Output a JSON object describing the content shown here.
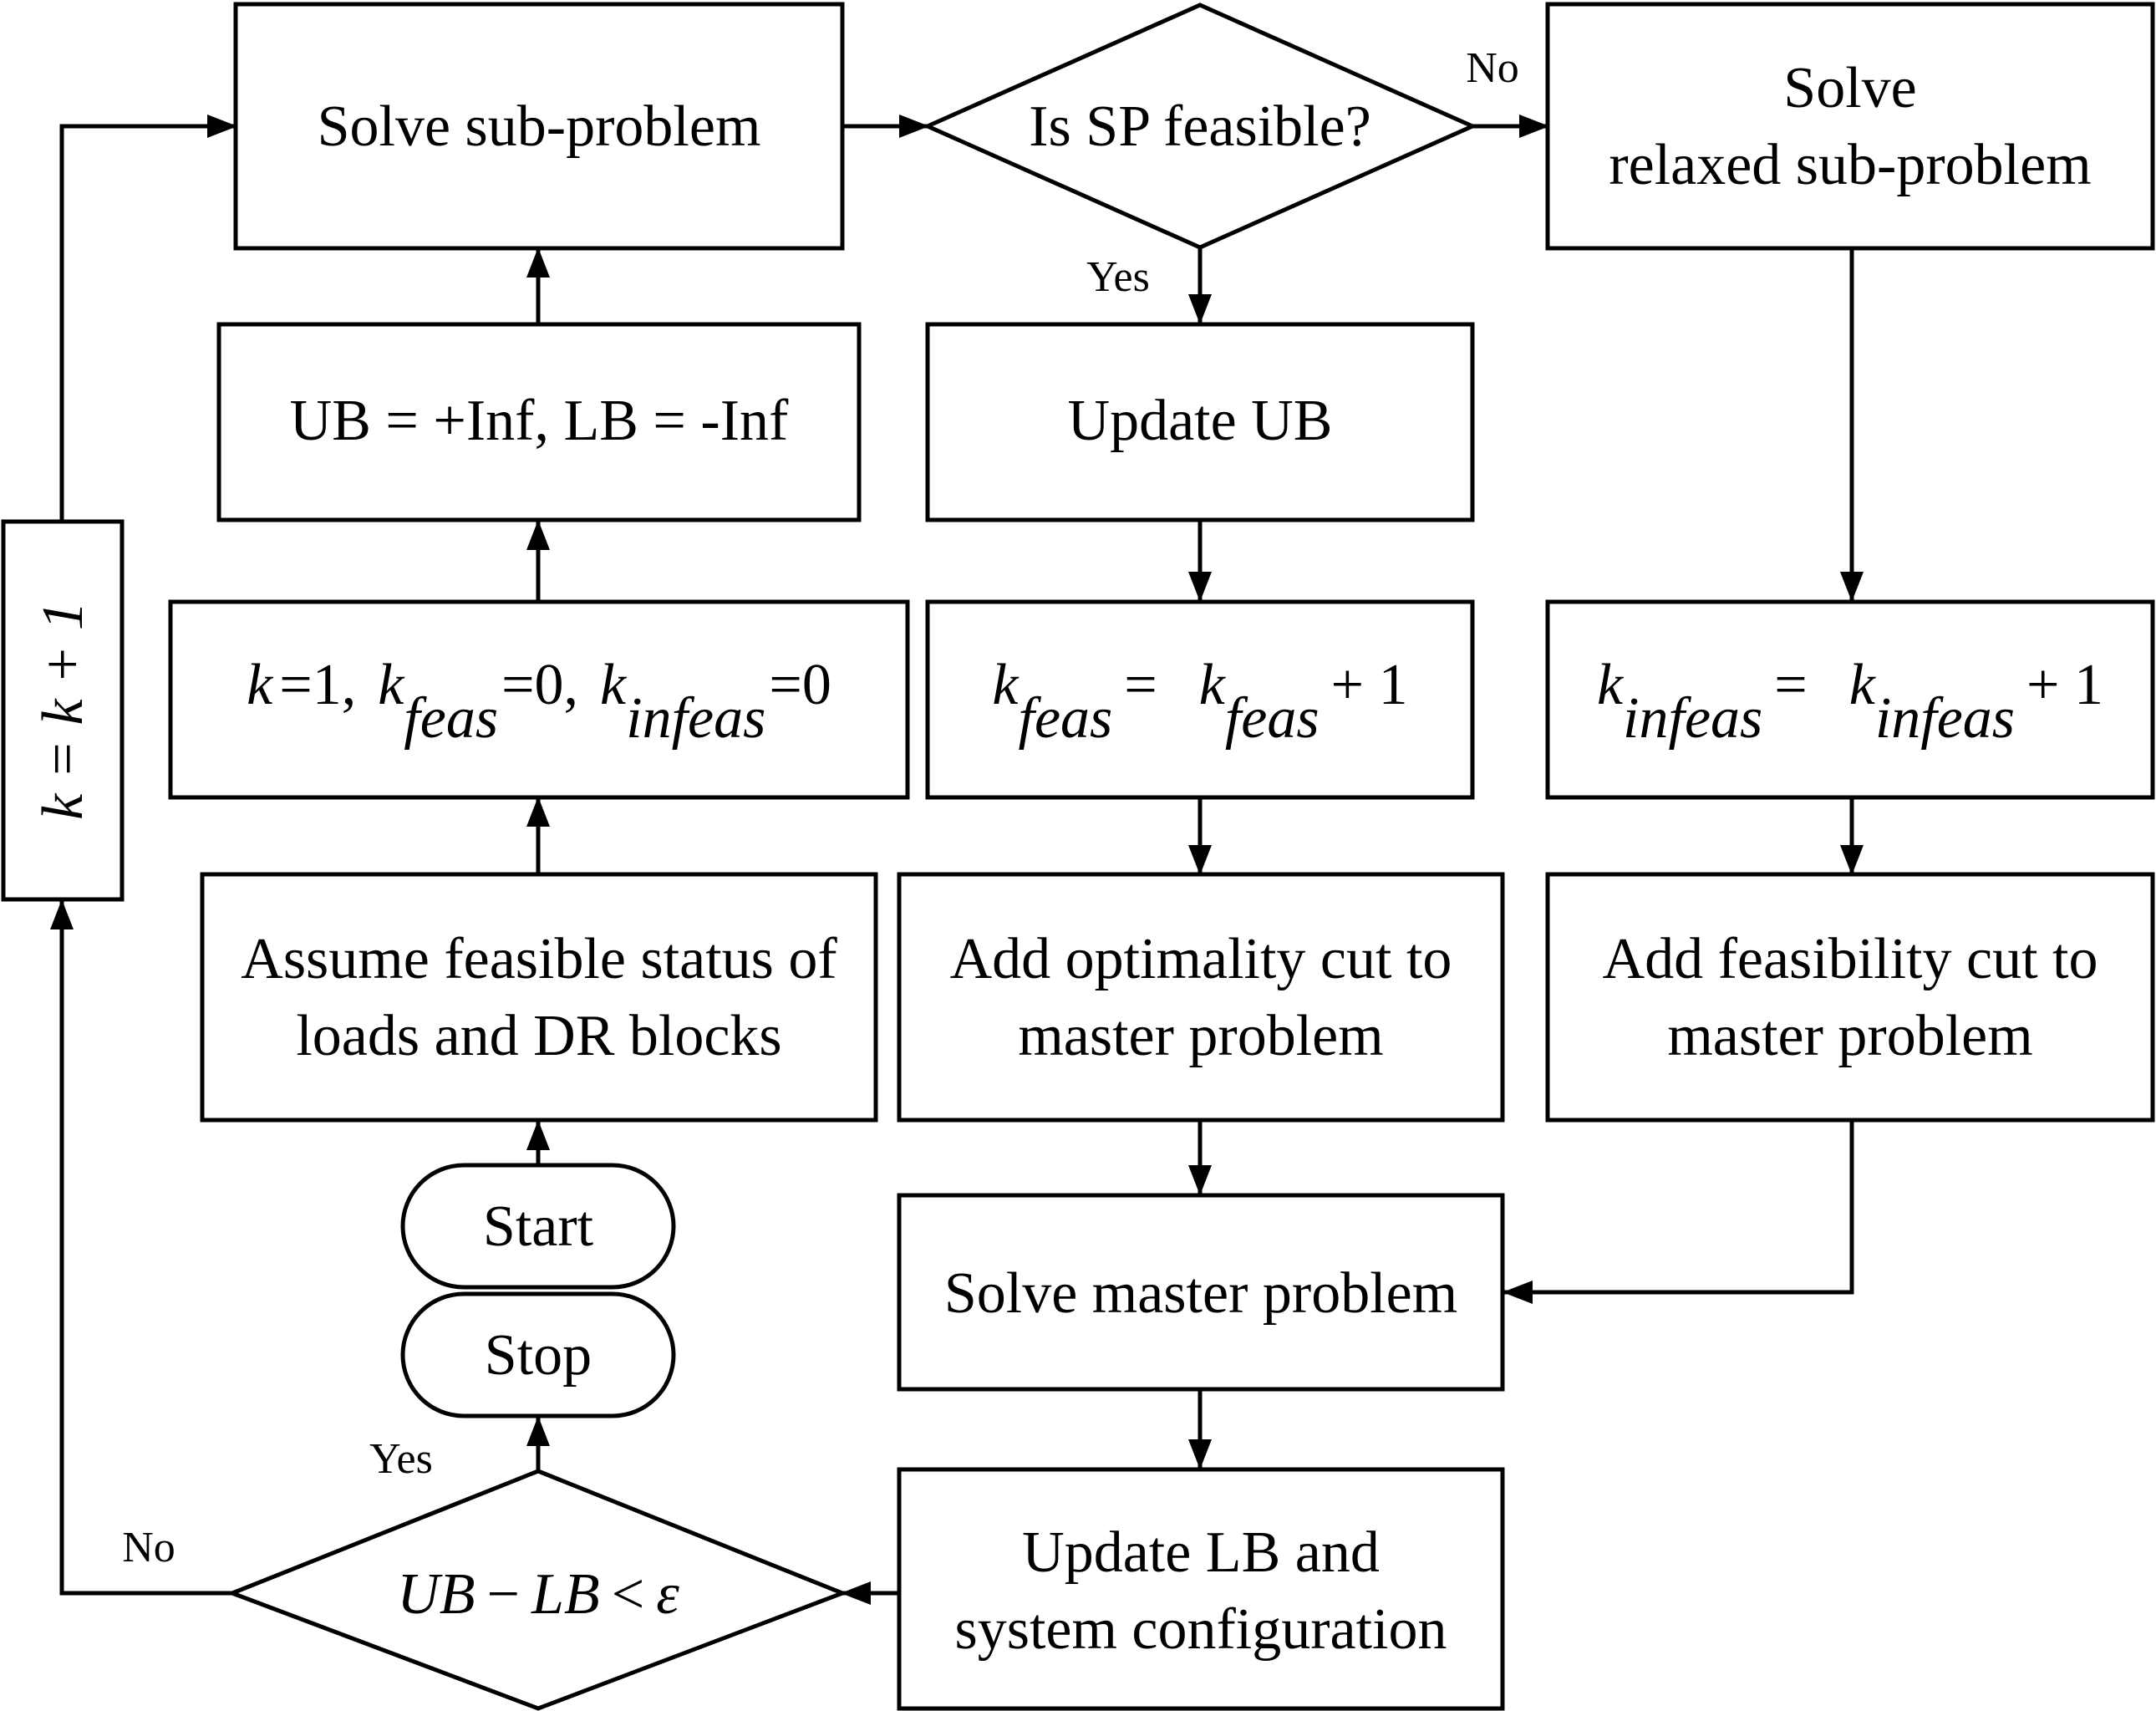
{
  "nodes": {
    "solve_sub": "Solve sub-problem",
    "is_sp_feasible": "Is SP feasible?",
    "solve_relaxed": [
      "Solve",
      "relaxed sub-problem"
    ],
    "init_bounds": "UB = +Inf, LB = -Inf",
    "update_ub": "Update UB",
    "init_counters": {
      "k": "k",
      "eq1": "=1,",
      "k2": "k",
      "sub_feas": "feas",
      "eq2": "=0,",
      "k3": "k",
      "sub_infeas": "infeas",
      "eq3": "=0"
    },
    "kfeas_update": {
      "k": "k",
      "sub": "feas",
      "eq": "=",
      "k2": "k",
      "sub2": "feas",
      "plus": "+ 1"
    },
    "kinfeas_update": {
      "k": "k",
      "sub": "infeas",
      "eq": "=",
      "k2": "k",
      "sub2": "infeas",
      "plus": "+ 1"
    },
    "assume": [
      "Assume feasible status of",
      "loads and DR blocks"
    ],
    "optimality_cut": [
      "Add optimality cut to",
      "master problem"
    ],
    "feasibility_cut": [
      "Add feasibility cut to",
      "master problem"
    ],
    "start": "Start",
    "stop": "Stop",
    "solve_master": "Solve master problem",
    "update_lb": [
      "Update LB and",
      "system configuration"
    ],
    "convergence": {
      "ub": "UB",
      "minus": "−",
      "lb": "LB",
      "lt": "<",
      "eps": "ε"
    },
    "increment": "k = k + 1"
  },
  "edge_labels": {
    "sp_no": "No",
    "sp_yes": "Yes",
    "conv_yes": "Yes",
    "conv_no": "No"
  }
}
